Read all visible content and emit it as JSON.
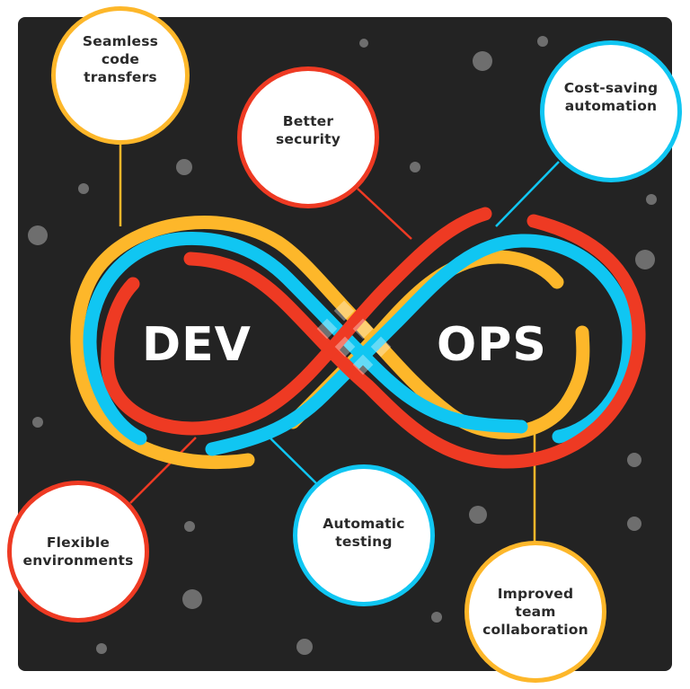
{
  "colors": {
    "background": "#232323",
    "yellow": "#FDB72A",
    "blue": "#10C6F2",
    "red": "#EE3A23",
    "text": "#2a2a2a",
    "star": "#6e6e6e"
  },
  "title": {
    "left": "DEV",
    "right": "OPS"
  },
  "benefits": [
    {
      "id": "seamless",
      "label": "Seamless\ncode\ntransfers",
      "color": "yellow"
    },
    {
      "id": "security",
      "label": "Better\nsecurity",
      "color": "red"
    },
    {
      "id": "automation",
      "label": "Cost-saving\nautomation",
      "color": "blue"
    },
    {
      "id": "flexible",
      "label": "Flexible\nenvironments",
      "color": "red"
    },
    {
      "id": "testing",
      "label": "Automatic\ntesting",
      "color": "blue"
    },
    {
      "id": "collaboration",
      "label": "Improved\nteam\ncollaboration",
      "color": "yellow"
    }
  ]
}
